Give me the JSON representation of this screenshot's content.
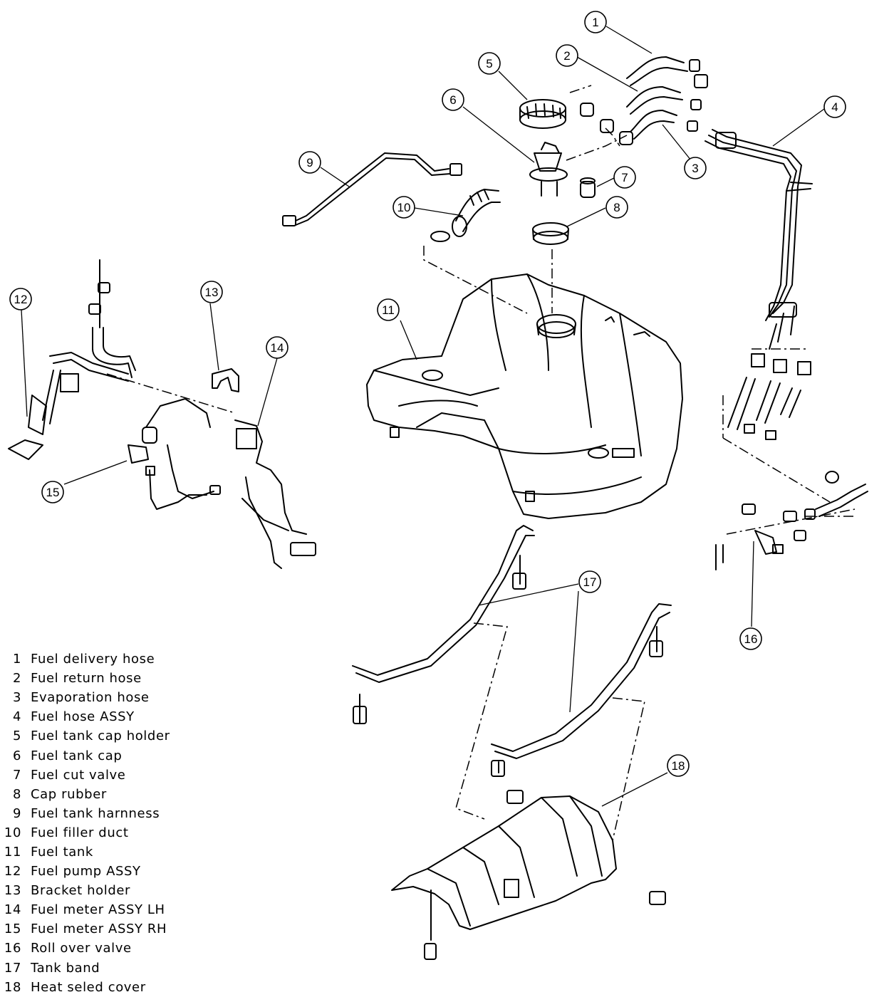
{
  "callout_numbers": [
    "1",
    "2",
    "3",
    "4",
    "5",
    "6",
    "7",
    "8",
    "9",
    "10",
    "11",
    "12",
    "13",
    "14",
    "15",
    "16",
    "17",
    "18"
  ],
  "legend": [
    {
      "num": "1",
      "label": "Fuel delivery hose"
    },
    {
      "num": "2",
      "label": "Fuel return hose"
    },
    {
      "num": "3",
      "label": "Evaporation hose"
    },
    {
      "num": "4",
      "label": "Fuel hose ASSY"
    },
    {
      "num": "5",
      "label": "Fuel tank cap holder"
    },
    {
      "num": "6",
      "label": "Fuel tank cap"
    },
    {
      "num": "7",
      "label": "Fuel cut valve"
    },
    {
      "num": "8",
      "label": "Cap rubber"
    },
    {
      "num": "9",
      "label": "Fuel tank harnness"
    },
    {
      "num": "10",
      "label": "Fuel filler duct"
    },
    {
      "num": "11",
      "label": "Fuel tank"
    },
    {
      "num": "12",
      "label": "Fuel pump ASSY"
    },
    {
      "num": "13",
      "label": "Bracket holder"
    },
    {
      "num": "14",
      "label": "Fuel meter ASSY LH"
    },
    {
      "num": "15",
      "label": "Fuel meter ASSY RH"
    },
    {
      "num": "16",
      "label": "Roll over valve"
    },
    {
      "num": "17",
      "label": "Tank band"
    },
    {
      "num": "18",
      "label": "Heat seled cover"
    }
  ]
}
